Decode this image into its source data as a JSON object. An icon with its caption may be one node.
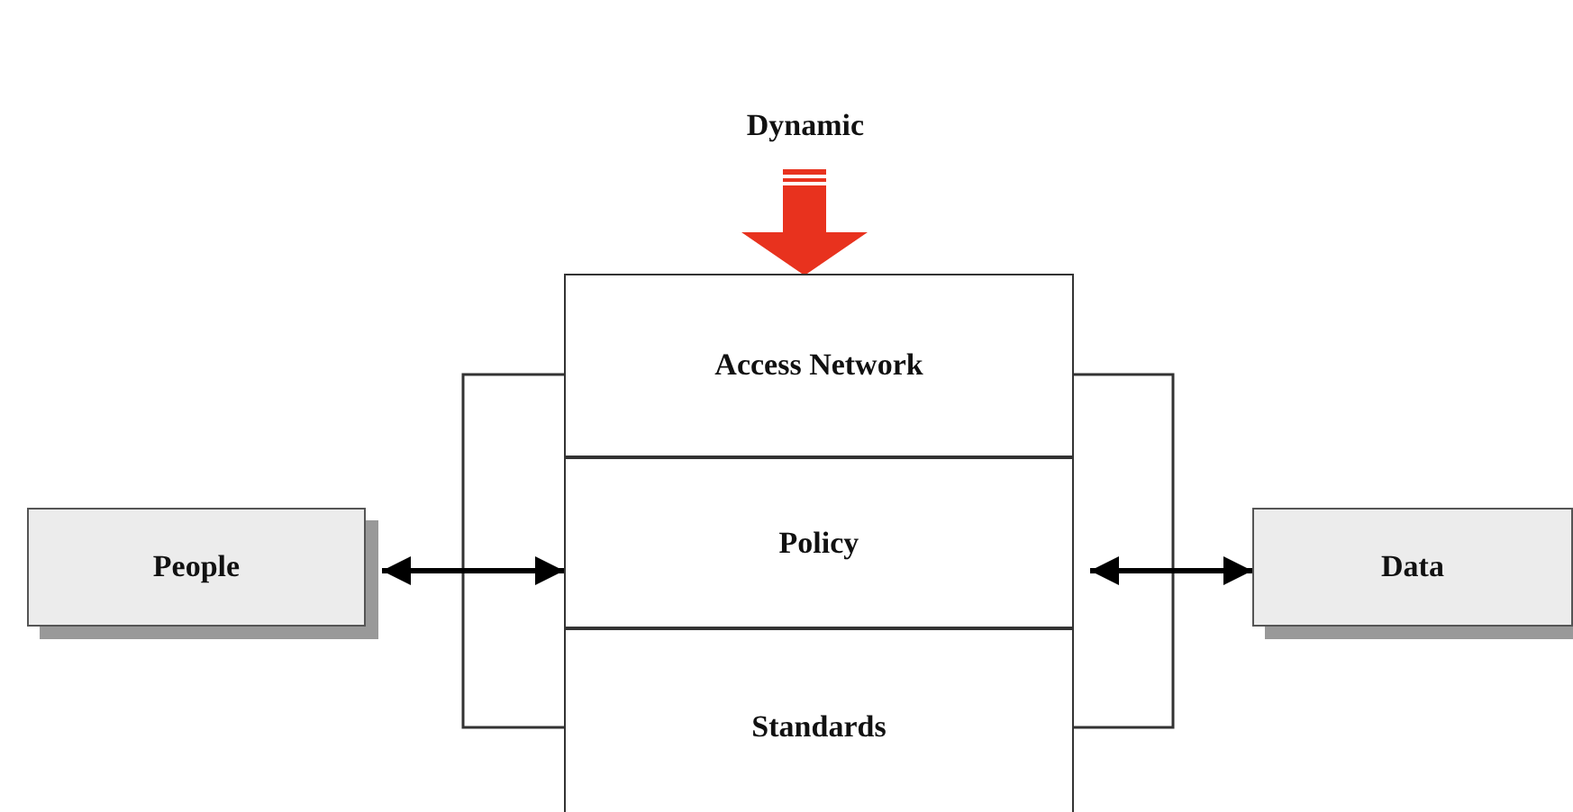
{
  "diagram": {
    "nodes": [
      {
        "text": [
          "Dynamic"
        ]
      },
      {
        "text": [
          "Access Network"
        ]
      },
      {
        "text": [
          "Policy"
        ]
      },
      {
        "text": [
          "Standards"
        ]
      },
      {
        "text": [
          "People"
        ]
      },
      {
        "text": [
          "Data"
        ]
      }
    ],
    "edges": [
      {
        "from": 0,
        "to": 1,
        "arrow": "to",
        "style": "thick",
        "color": "#e8321e"
      },
      {
        "from": 4,
        "to": 2,
        "arrow": "both"
      },
      {
        "from": 2,
        "to": 5,
        "arrow": "both"
      }
    ]
  }
}
